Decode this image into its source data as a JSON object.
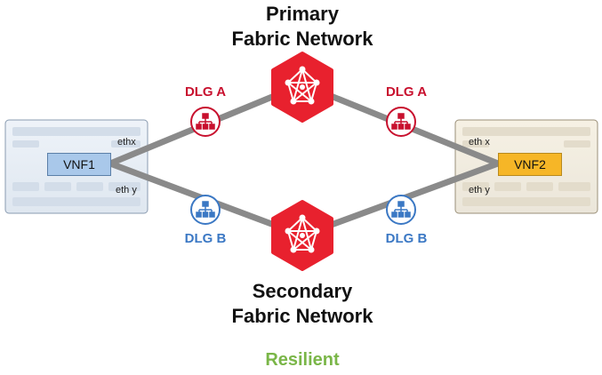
{
  "title_primary_line1": "Primary",
  "title_primary_line2": "Fabric Network",
  "title_secondary_line1": "Secondary",
  "title_secondary_line2": "Fabric Network",
  "dlg": {
    "top_left": "DLG A",
    "top_right": "DLG A",
    "bottom_left": "DLG B",
    "bottom_right": "DLG B"
  },
  "vnf1": {
    "label": "VNF1",
    "port_top": "ethx",
    "port_bottom": "eth y"
  },
  "vnf2": {
    "label": "VNF2",
    "port_top": "eth x",
    "port_bottom": "eth y"
  },
  "footer": "Resilient",
  "colors": {
    "fabric_red": "#e8212e",
    "dlg_red": "#c8102e",
    "dlg_blue": "#3b78c4",
    "link_gray": "#8a8a8a",
    "vnf1_fill": "#a9c8ea",
    "vnf2_fill": "#f6b627",
    "resilient_green": "#7ab648"
  },
  "icons": {
    "fabric": "mesh-network-icon",
    "dlg": "hierarchy-icon"
  }
}
